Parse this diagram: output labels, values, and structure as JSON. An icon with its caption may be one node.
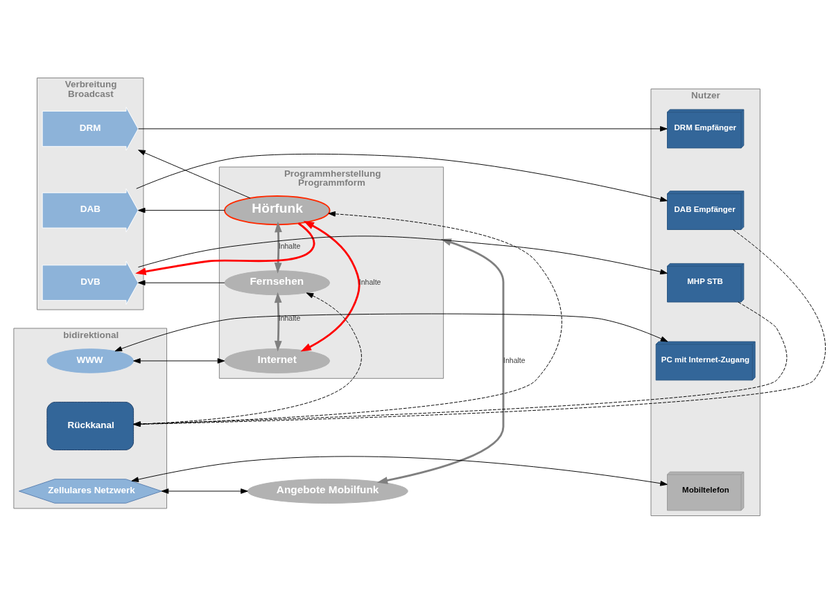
{
  "diagram": {
    "nodes": [
      {
        "text": [
          "Programmherstellung",
          "Programmform"
        ]
      },
      {
        "text": [
          "Hörfunk"
        ],
        "in": 0
      },
      {
        "text": [
          "Fernsehen"
        ],
        "in": 0
      },
      {
        "text": [
          "Internet"
        ],
        "in": 0
      },
      {
        "text": [
          "Angebote Mobilfunk"
        ]
      },
      {
        "text": [
          "Verbreitung",
          "Broadcast"
        ]
      },
      {
        "text": [
          "DRM"
        ],
        "in": 5
      },
      {
        "text": [
          "DAB"
        ],
        "in": 5
      },
      {
        "text": [
          "DVB"
        ],
        "in": 5
      },
      {
        "text": [
          "bidirektional"
        ]
      },
      {
        "text": [
          "WWW"
        ],
        "in": 9
      },
      {
        "text": [
          "Rückkanal"
        ],
        "in": 9
      },
      {
        "text": [
          "Zellulares Netzwerk"
        ],
        "in": 9
      },
      {
        "text": [
          "Nutzer"
        ]
      },
      {
        "text": [
          "DRM Empfänger"
        ],
        "in": 13
      },
      {
        "text": [
          "DAB Empfänger"
        ],
        "in": 13
      },
      {
        "text": [
          "MHP STB"
        ],
        "in": 13
      },
      {
        "text": [
          "PC mit Internet-Zugang"
        ],
        "in": 13
      },
      {
        "text": [
          "Mobiltelefon"
        ],
        "in": 13
      }
    ],
    "edges": [
      {
        "from": 1,
        "to": 6,
        "arrow": "to"
      },
      {
        "from": 1,
        "to": 7,
        "arrow": "to"
      },
      {
        "from": 1,
        "to": 8,
        "arrow": "to",
        "style": "thick",
        "color": "#ff0000"
      },
      {
        "from": 2,
        "to": 8,
        "arrow": "to"
      },
      {
        "from": 3,
        "to": 10,
        "arrow": "both"
      },
      {
        "from": 4,
        "to": 12,
        "arrow": "both"
      },
      {
        "from": 6,
        "to": 14,
        "arrow": "to"
      },
      {
        "from": 7,
        "to": 15,
        "arrow": "to"
      },
      {
        "from": 8,
        "to": 16,
        "arrow": "to"
      },
      {
        "from": 10,
        "to": 17,
        "arrow": "both"
      },
      {
        "from": 12,
        "to": 18,
        "arrow": "both"
      },
      {
        "from": 1,
        "to": 2,
        "arrow": "both",
        "label": "Inhalte",
        "style": "thick",
        "color": "#808080"
      },
      {
        "from": 2,
        "to": 3,
        "arrow": "both",
        "label": "Inhalte",
        "style": "thick",
        "color": "#808080"
      },
      {
        "from": 1,
        "to": 3,
        "arrow": "both",
        "label": "Inhalte",
        "style": "thick",
        "color": "#ff0000"
      },
      {
        "from": 0,
        "to": 4,
        "arrow": "both",
        "label": "Inhalte",
        "style": "thick",
        "color": "#808080"
      },
      {
        "from": 15,
        "to": 11,
        "arrow": "to",
        "style": "dashed"
      },
      {
        "from": 16,
        "to": 11,
        "arrow": "to",
        "style": "dashed"
      },
      {
        "from": 11,
        "to": 1,
        "arrow": "to",
        "style": "dashed"
      },
      {
        "from": 11,
        "to": 2,
        "arrow": "to",
        "style": "dashed"
      }
    ]
  }
}
